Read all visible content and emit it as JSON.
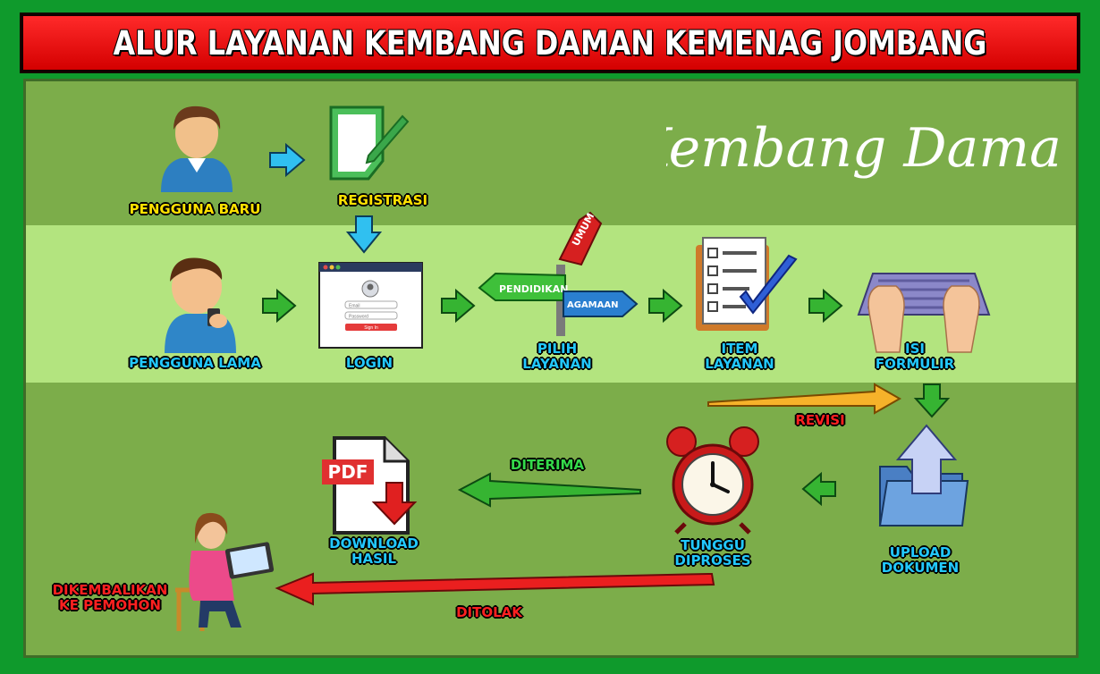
{
  "title": "ALUR LAYANAN KEMBANG DAMAN KEMENAG JOMBANG",
  "logo_text": "Kembang Daman",
  "steps": {
    "pengguna_baru": "PENGGUNA BARU",
    "registrasi": "REGISTRASI",
    "pengguna_lama": "PENGGUNA LAMA",
    "login": "LOGIN",
    "pilih_layanan": [
      "PILIH",
      "LAYANAN"
    ],
    "item_layanan": [
      "ITEM",
      "LAYANAN"
    ],
    "isi_formulir": [
      "ISI",
      "FORMULIR"
    ],
    "upload_dokumen": [
      "UPLOAD",
      "DOKUMEN"
    ],
    "tunggu_diproses": [
      "TUNGGU",
      "DIPROSES"
    ],
    "download_hasil": [
      "DOWNLOAD",
      "HASIL"
    ],
    "dikembalikan": [
      "DIKEMBALIKAN",
      "KE PEMOHON"
    ]
  },
  "arrows": {
    "revisi": "REVISI",
    "diterima": "DITERIMA",
    "ditolak": "DITOLAK"
  },
  "signpost": {
    "pendidikan": "PENDIDIKAN",
    "umum": "UMUM",
    "agamaan": "AGAMAAN"
  },
  "login_form": {
    "email": "Email",
    "password": "Password",
    "button": "Sign In"
  },
  "pdf_text": "PDF",
  "colors": {
    "frame": "#0f9a2c",
    "banner": "#e00000",
    "panel": "#7cad4a",
    "band": "#b3e47f",
    "label_yellow": "#ffe100",
    "label_cyan": "#22c8ff",
    "label_green": "#34d94a",
    "label_red": "#ff2020"
  }
}
